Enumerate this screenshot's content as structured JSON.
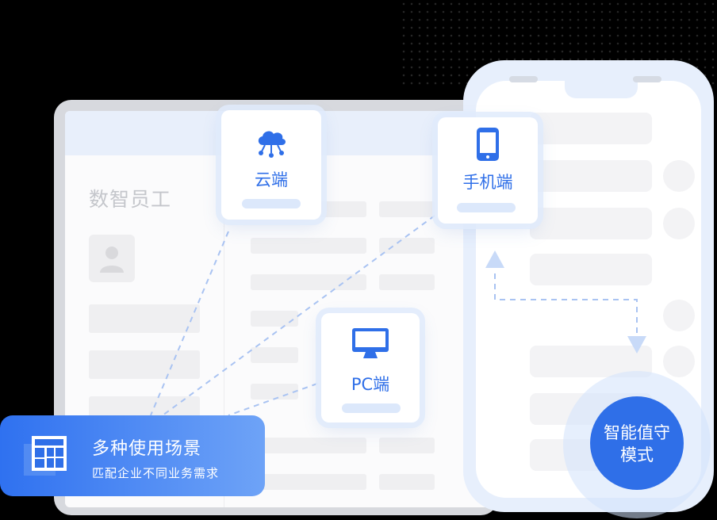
{
  "desktop": {
    "title": "数智员工"
  },
  "cards": {
    "cloud": {
      "label": "云端",
      "icon": "cloud-network-icon"
    },
    "mobile": {
      "label": "手机端",
      "icon": "smartphone-icon"
    },
    "pc": {
      "label": "PC端",
      "icon": "monitor-icon"
    }
  },
  "banner": {
    "title": "多种使用场景",
    "subtitle": "匹配企业不同业务需求",
    "icon": "layout-grid-icon"
  },
  "badge": {
    "line1": "智能值守",
    "line2": "模式"
  },
  "colors": {
    "accent": "#2f6fe8",
    "light": "#e7effc"
  }
}
